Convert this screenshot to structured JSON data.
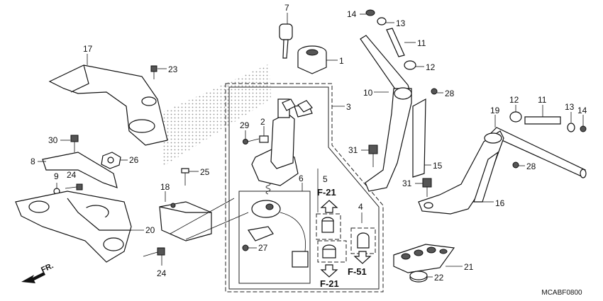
{
  "diagram": {
    "drawing_code": "MCABF0800",
    "front_label": "FR.",
    "callouts": [
      "1",
      "2",
      "3",
      "4",
      "5",
      "6",
      "7",
      "8",
      "9",
      "10",
      "11",
      "12",
      "13",
      "14",
      "15",
      "16",
      "17",
      "18",
      "19",
      "20",
      "21",
      "22",
      "23",
      "24",
      "25",
      "26",
      "27",
      "28",
      "29",
      "30",
      "31"
    ],
    "references": [
      "F-21",
      "F-51"
    ]
  }
}
